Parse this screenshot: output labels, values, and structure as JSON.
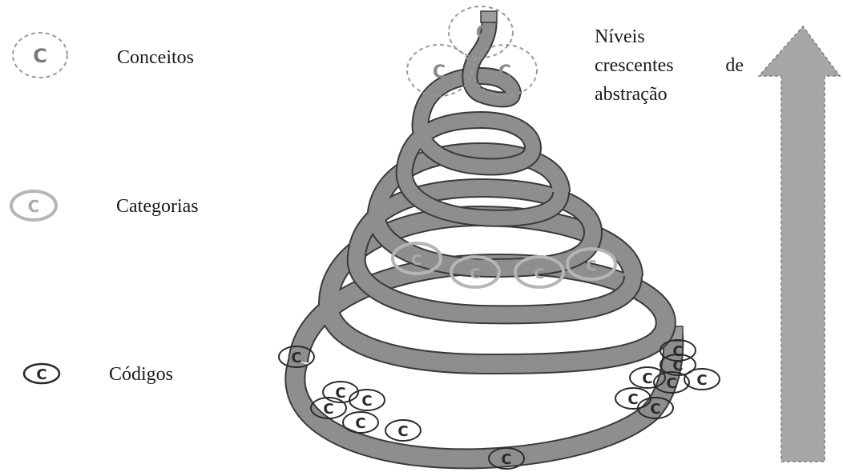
{
  "legend": {
    "concepts_label": "Conceitos",
    "categories_label": "Categorias",
    "codes_label": "Códigos",
    "glyph": "C"
  },
  "abstraction": {
    "line1": "Níveis",
    "line2_word1": "crescentes",
    "line2_word2": "de",
    "line3": "abstração"
  },
  "colors": {
    "spiral_fill": "#8e8e8e",
    "spiral_stroke": "#3a3a3a",
    "concept_stroke": "#9a9a9a",
    "category_stroke": "#b5b5b5",
    "code_stroke": "#2a2a2a",
    "arrow_fill": "#a6a6a6"
  }
}
